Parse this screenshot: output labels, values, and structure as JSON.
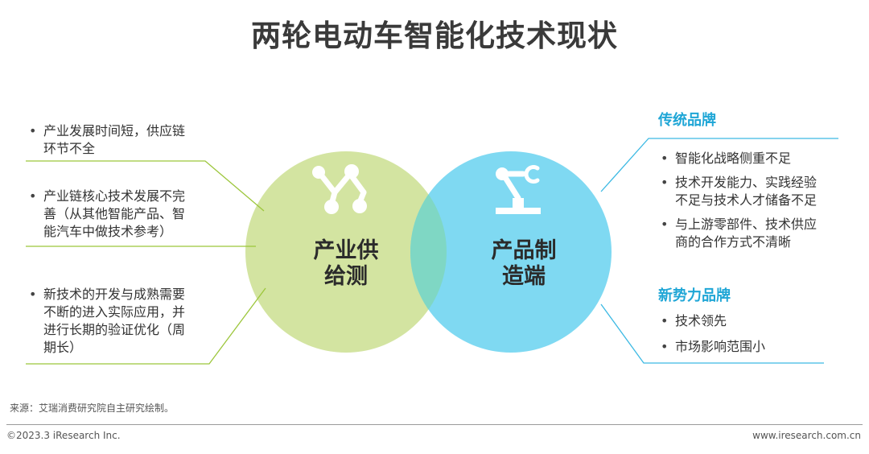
{
  "title": "两轮电动车智能化技术现状",
  "left_circle": {
    "label_line1": "产业供",
    "label_line2": "给测",
    "icon": "network-nodes-icon"
  },
  "right_circle": {
    "label_line1": "产品制",
    "label_line2": "造端",
    "icon": "robot-arm-icon"
  },
  "left_points": [
    {
      "lines": [
        "产业发展时间短，供应链",
        "环节不全"
      ]
    },
    {
      "lines": [
        "产业链核心技术发展不完",
        "善（从其他智能产品、智",
        "能汽车中做技术参考）"
      ]
    },
    {
      "lines": [
        "新技术的开发与成熟需要",
        "不断的进入实际应用，并",
        "进行长期的验证优化（周",
        "期长）"
      ]
    }
  ],
  "right_groups": [
    {
      "heading": "传统品牌",
      "points": [
        {
          "lines": [
            "智能化战略侧重不足"
          ]
        },
        {
          "lines": [
            "技术开发能力、实践经验",
            "不足与技术人才储备不足"
          ]
        },
        {
          "lines": [
            "与上游零部件、技术供应",
            "商的合作方式不清晰"
          ]
        }
      ]
    },
    {
      "heading": "新势力品牌",
      "points": [
        {
          "lines": [
            "技术领先"
          ]
        },
        {
          "lines": [
            "市场影响范围小"
          ]
        }
      ]
    }
  ],
  "source": "来源：艾瑞消费研究院自主研究绘制。",
  "copyright": "©2023.3 iResearch Inc.",
  "website": "www.iresearch.com.cn",
  "colors": {
    "left_circle": "#d3e4a1",
    "right_circle": "#7fd9f2",
    "overlap": "#7fd7c4",
    "left_line": "#9cc63b",
    "right_line": "#3cb9e3",
    "heading": "#1fa6d6"
  }
}
